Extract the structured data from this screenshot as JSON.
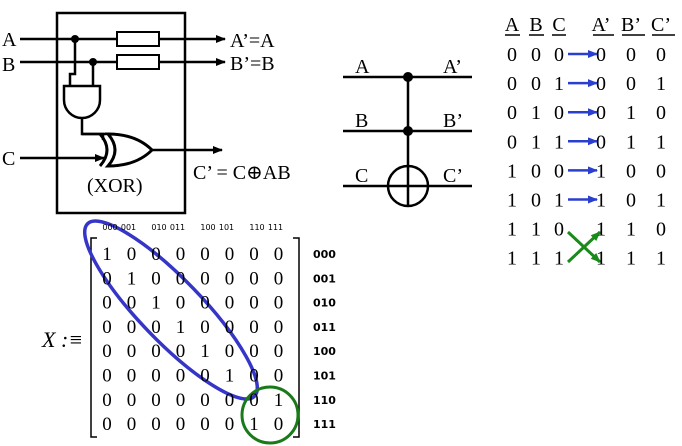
{
  "gate_circuit": {
    "input_a": "A",
    "input_b": "B",
    "input_c": "C",
    "output_a": "A’=A",
    "output_b": "B’=B",
    "output_c": "C’ = C⊕AB",
    "xor_label": "(XOR)"
  },
  "toffoli_circuit": {
    "a": "A",
    "b": "B",
    "c": "C",
    "a_out": "A’",
    "b_out": "B’",
    "c_out": "C’"
  },
  "truth_table": {
    "headers_in": [
      "A",
      "B",
      "C"
    ],
    "headers_out": [
      "A’",
      "B’",
      "C’"
    ],
    "rows": [
      {
        "in": [
          "0",
          "0",
          "0"
        ],
        "out": [
          "0",
          "0",
          "0"
        ]
      },
      {
        "in": [
          "0",
          "0",
          "1"
        ],
        "out": [
          "0",
          "0",
          "1"
        ]
      },
      {
        "in": [
          "0",
          "1",
          "0"
        ],
        "out": [
          "0",
          "1",
          "0"
        ]
      },
      {
        "in": [
          "0",
          "1",
          "1"
        ],
        "out": [
          "0",
          "1",
          "1"
        ]
      },
      {
        "in": [
          "1",
          "0",
          "0"
        ],
        "out": [
          "1",
          "0",
          "0"
        ]
      },
      {
        "in": [
          "1",
          "0",
          "1"
        ],
        "out": [
          "1",
          "0",
          "1"
        ]
      },
      {
        "in": [
          "1",
          "1",
          "0"
        ],
        "out": [
          "1",
          "1",
          "0"
        ]
      },
      {
        "in": [
          "1",
          "1",
          "1"
        ],
        "out": [
          "1",
          "1",
          "1"
        ]
      }
    ],
    "arrow_color": "#2b3fcf",
    "cross_color": "#1a8a1a"
  },
  "matrix": {
    "label": "X :≡",
    "column_labels": [
      "000",
      "001",
      "010",
      "011",
      "100",
      "101",
      "110",
      "111"
    ],
    "row_labels": [
      "000",
      "001",
      "010",
      "011",
      "100",
      "101",
      "110",
      "111"
    ],
    "rows": [
      [
        "1",
        "0",
        "0",
        "0",
        "0",
        "0",
        "0",
        "0"
      ],
      [
        "0",
        "1",
        "0",
        "0",
        "0",
        "0",
        "0",
        "0"
      ],
      [
        "0",
        "0",
        "1",
        "0",
        "0",
        "0",
        "0",
        "0"
      ],
      [
        "0",
        "0",
        "0",
        "1",
        "0",
        "0",
        "0",
        "0"
      ],
      [
        "0",
        "0",
        "0",
        "0",
        "1",
        "0",
        "0",
        "0"
      ],
      [
        "0",
        "0",
        "0",
        "0",
        "0",
        "1",
        "0",
        "0"
      ],
      [
        "0",
        "0",
        "0",
        "0",
        "0",
        "0",
        "0",
        "1"
      ],
      [
        "0",
        "0",
        "0",
        "0",
        "0",
        "0",
        "1",
        "0"
      ]
    ],
    "diag_ellipse_color": "#3535c8",
    "swap_circle_color": "#1a7a1a"
  }
}
